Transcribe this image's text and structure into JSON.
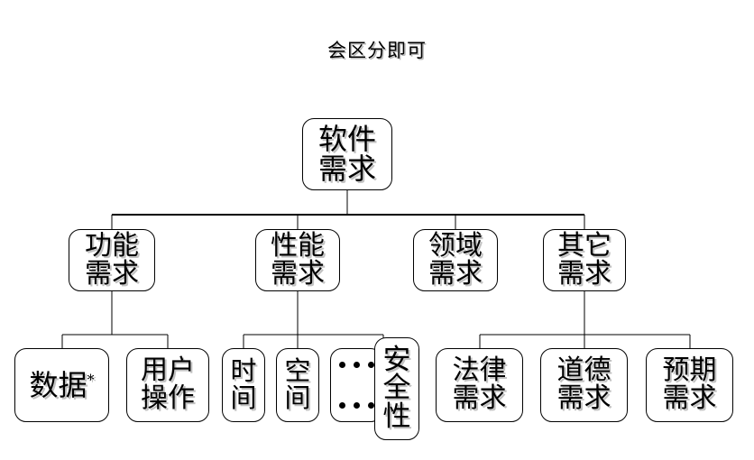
{
  "diagram": {
    "title": "会区分即可",
    "root": {
      "label_lines": [
        "软件",
        "需求"
      ]
    },
    "level2": [
      {
        "name": "functional",
        "label_lines": [
          "功能",
          "需求"
        ]
      },
      {
        "name": "performance",
        "label_lines": [
          "性能",
          "需求"
        ]
      },
      {
        "name": "domain",
        "label_lines": [
          "领域",
          "需求"
        ]
      },
      {
        "name": "other",
        "label_lines": [
          "其它",
          "需求"
        ]
      }
    ],
    "level3": {
      "functional": [
        {
          "name": "data",
          "label_lines": [
            "数据"
          ],
          "suffix": "*"
        },
        {
          "name": "user-operation",
          "label_lines": [
            "用户",
            "操作"
          ]
        }
      ],
      "performance": [
        {
          "name": "time",
          "label_lines": [
            "时",
            "间"
          ]
        },
        {
          "name": "space",
          "label_lines": [
            "空",
            "间"
          ]
        },
        {
          "name": "ellipsis",
          "label_lines": [
            "…",
            "…"
          ]
        },
        {
          "name": "security",
          "label_lines": [
            "安",
            "全",
            "性"
          ]
        }
      ],
      "other": [
        {
          "name": "legal",
          "label_lines": [
            "法律",
            "需求"
          ]
        },
        {
          "name": "moral",
          "label_lines": [
            "道德",
            "需求"
          ]
        },
        {
          "name": "expected",
          "label_lines": [
            "预期",
            "需求"
          ]
        }
      ]
    }
  },
  "style": {
    "line_color": "#000000",
    "node_border": "#000000",
    "node_fill": "#ffffff",
    "text_color": "#000000",
    "text_shadow": "#c2c2c2",
    "background": "#ffffff"
  }
}
